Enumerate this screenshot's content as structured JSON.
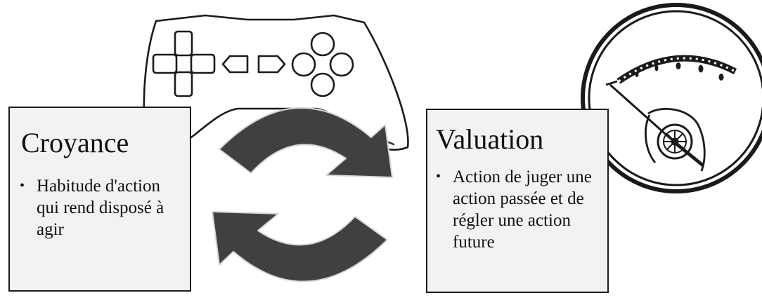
{
  "belief": {
    "title": "Croyance",
    "bullet": "Habitude d'action qui rend disposé à agir"
  },
  "valuation": {
    "title": "Valuation",
    "bullet": "Action de juger une action passée et de régler une action future"
  },
  "bullet_symbol": "•",
  "icons": {
    "left": "game-controller-icon",
    "right": "gauge-dial-icon",
    "cycle": "cycle-arrows-icon"
  },
  "colors": {
    "box_fill": "#f2f2f2",
    "arrow_fill": "#404040",
    "line": "#1a1a1a"
  }
}
